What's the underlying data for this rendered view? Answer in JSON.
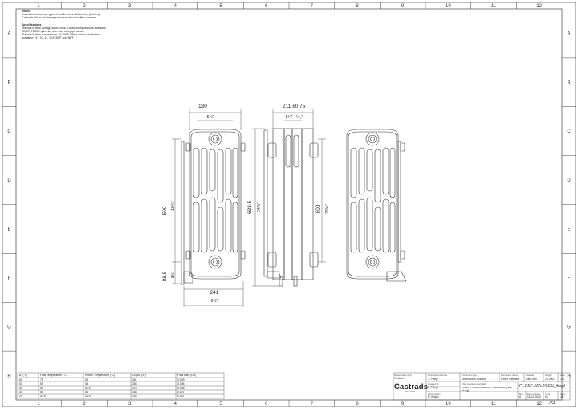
{
  "border": {
    "columns": [
      "1",
      "2",
      "3",
      "4",
      "5",
      "6",
      "7",
      "8",
      "9",
      "10",
      "11",
      "12"
    ],
    "rows": [
      "A",
      "B",
      "C",
      "D",
      "E",
      "F",
      "G",
      "H"
    ]
  },
  "notes": {
    "heading": "Notes",
    "lines": [
      "Dual dimensions are given in millimetres followed by [inches].",
      "Castrads Ltd. not to be reproduced without written consent"
    ],
    "spec_heading": "Specifications",
    "spec_lines": [
      "Standard valve configuration: BOE. Other configurations available.",
      "TBOE, TBOE hydronic, one- and two-pipe steam",
      "Standard valve connections: ½\" BSP. Other valve connections",
      "available: ½\", ¾\", 1\", 1-½\" BSP and NPT"
    ]
  },
  "dims": {
    "front_width": "130",
    "front_width_in": "5⅛\"",
    "side_top": "211 ±0.75",
    "side_top_in_a": "8¼\"",
    "side_top_in_b": "⅟₃₂\"",
    "height_500": "500",
    "height_500_in": "19¾\"",
    "height_633": "633.5",
    "height_633_in": "24⅞\"",
    "height_600": "600",
    "height_600_in": "23⅝\"",
    "bottom_885": "88.5",
    "bottom_885_in": "3½\"",
    "bottom_241": "241",
    "bottom_241_in": "9½\""
  },
  "output_table": {
    "headers": [
      "ΔT(°C)",
      "Flow Temperature (°C)",
      "Return Temperature (°C)",
      "Output (W)",
      "Flow Rate (L/s)"
    ],
    "rows": [
      [
        "60",
        "75",
        "65",
        "361",
        "0.009"
      ],
      [
        "50",
        "55",
        "56",
        "288",
        "0.006"
      ],
      [
        "40",
        "50",
        "53.5",
        "216",
        "0.006"
      ],
      [
        "30",
        "55",
        "51",
        "184",
        "0.007"
      ],
      [
        "20",
        "47.5",
        "42.5",
        "144",
        "0.007"
      ]
    ]
  },
  "title_block": {
    "logo": "Castrads",
    "logo_sub": "EST. 2004",
    "responsible_dept_label": "Responsible dept.",
    "responsible_dept": "Product",
    "tech_ref_label": "Technical reference",
    "tech_ref": "J. Pilley",
    "created_by_label": "Created by",
    "created_by": "J. Pilley",
    "approved_by_label": "Approved by",
    "approved_by": "N. Boyko",
    "doc_type_label": "Document type",
    "doc_type": "Dimensions Drawing",
    "doc_status_label": "Document status",
    "doc_status": "Public Release",
    "material_label": "Material",
    "material": "Cast Iron",
    "weight_label": "Weight",
    "weight": "26.2KG",
    "scale_label": "Scale",
    "scale": "1:5",
    "title_label": "Title, supplementary title",
    "title": "Grace 6 Column 660mm, 3 sections (Wall Hung)",
    "drawing_no": "CI-G6C-660-03-EN_dwg1",
    "rev_label": "Rev.",
    "rev": "A",
    "date_label": "Date of issue",
    "date": "11.12.2023",
    "lang_label": "Lang.",
    "lang": "en",
    "sheet_label": "Sheet",
    "sheet": "1/1",
    "size": "A2"
  }
}
